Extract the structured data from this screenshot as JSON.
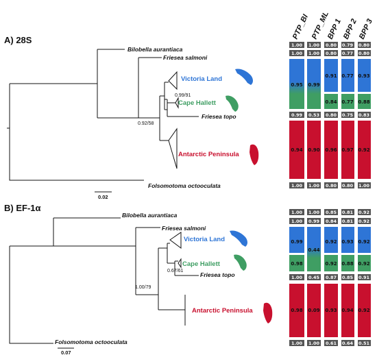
{
  "panels": [
    {
      "title": "A) 28S",
      "taxa": {
        "bilobella": "Bilobella aurantiaca",
        "friesea_salmoni": "Friesea salmoni",
        "friesea_topo": "Friesea topo",
        "folsomotoma": "Folsomotoma octooculata"
      },
      "clades": {
        "victoria_land": "Victoria Land",
        "cape_hallett": "Cape Hallett",
        "antarctic_peninsula": "Antarctic Peninsula"
      },
      "support": {
        "victoria_cape": "0.99/91",
        "node_main": "0.92/58"
      },
      "scale_label": "0.02",
      "bars": [
        {
          "top": "1.00",
          "segments": [
            {
              "label": "0.95",
              "colors": [
                "#2e75d6",
                "#3f9e63"
              ]
            }
          ],
          "mid": "0.99",
          "big": "0.94",
          "bottom": "1.00"
        },
        {
          "top": "1.00",
          "segments": [
            {
              "label": "0.99",
              "colors": [
                "#2e75d6",
                "#3f9e63"
              ]
            }
          ],
          "mid": "0.53",
          "big": "0.90",
          "bottom": "1.00"
        },
        {
          "top": "0.80",
          "second": "0.80",
          "segments": [
            {
              "label": "0.91",
              "colors": [
                "#2e75d6"
              ]
            },
            {
              "label": "0.84",
              "colors": [
                "#3f9e63"
              ]
            }
          ],
          "mid": "0.80",
          "big": "0.96",
          "bottom": "0.80"
        },
        {
          "top": "0.79",
          "second": "0.77",
          "segments": [
            {
              "label": "0.77",
              "colors": [
                "#2e75d6"
              ]
            },
            {
              "label": "0.77",
              "colors": [
                "#3f9e63"
              ]
            }
          ],
          "mid": "0.75",
          "big": "0.97",
          "bottom": "0.80"
        },
        {
          "top": "0.80",
          "second": "0.80",
          "segments": [
            {
              "label": "0.93",
              "colors": [
                "#2e75d6"
              ]
            },
            {
              "label": "0.88",
              "colors": [
                "#3f9e63"
              ]
            }
          ],
          "mid": "0.83",
          "big": "0.92",
          "bottom": "1.00"
        }
      ]
    },
    {
      "title": "B) EF-1α",
      "taxa": {
        "bilobella": "Bilobella aurantiaca",
        "friesea_salmoni": "Friesea salmoni",
        "friesea_topo": "Friesea topo",
        "folsomotoma": "Folsomotoma octooculata"
      },
      "clades": {
        "victoria_land": "Victoria Land",
        "cape_hallett": "Cape Hallett",
        "antarctic_peninsula": "Antarctic Peninsula"
      },
      "support": {
        "victoria_cape": "0.67/61",
        "node_main": "1.00/79"
      },
      "scale_label": "0.07",
      "bars": [
        {
          "top": "1.00",
          "second": "1.00",
          "segments": [
            {
              "label": "0.99",
              "colors": [
                "#2e75d6"
              ]
            },
            {
              "label": "0.98",
              "colors": [
                "#3f9e63"
              ]
            }
          ],
          "mid": "1.00",
          "big": "0.98",
          "bottom": "1.00"
        },
        {
          "top": "1.00",
          "second": "0.99",
          "segments": [
            {
              "label": "0.44",
              "colors": [
                "#2e75d6",
                "#3f9e63"
              ]
            }
          ],
          "mid": "0.45",
          "big": "0.09",
          "bottom": "1.00"
        },
        {
          "top": "0.85",
          "second": "0.84",
          "segments": [
            {
              "label": "0.92",
              "colors": [
                "#2e75d6"
              ]
            },
            {
              "label": "0.92",
              "colors": [
                "#3f9e63"
              ]
            }
          ],
          "mid": "0.87",
          "big": "0.93",
          "bottom": "0.61"
        },
        {
          "top": "0.81",
          "second": "0.81",
          "segments": [
            {
              "label": "0.93",
              "colors": [
                "#2e75d6"
              ]
            },
            {
              "label": "0.88",
              "colors": [
                "#3f9e63"
              ]
            }
          ],
          "mid": "0.85",
          "big": "0.94",
          "bottom": "0.64"
        },
        {
          "top": "0.92",
          "second": "0.92",
          "segments": [
            {
              "label": "0.92",
              "colors": [
                "#2e75d6"
              ]
            },
            {
              "label": "0.92",
              "colors": [
                "#3f9e63"
              ]
            }
          ],
          "mid": "0.91",
          "big": "0.92",
          "bottom": "0.51"
        }
      ]
    }
  ],
  "columns": [
    "PTP_BI",
    "PTP_ML",
    "BPP 1",
    "BPP 2",
    "BPP 3"
  ],
  "colors": {
    "victoria_land": "#2e75d6",
    "cape_hallett": "#3f9e63",
    "antarctic_peninsula": "#c8102e",
    "cell_gray": "#555555"
  }
}
